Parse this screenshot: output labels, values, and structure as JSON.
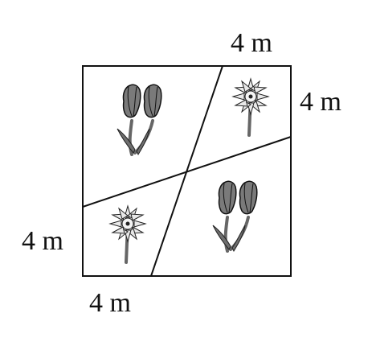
{
  "dimensions": {
    "top_right_horizontal": "4 m",
    "top_right_vertical": "4 m",
    "bottom_left_vertical": "4 m",
    "bottom_left_horizontal": "4 m"
  },
  "colors": {
    "outline": "#111111",
    "tulip_fill": "#7a7a7a",
    "stem": "#666666",
    "daisy_petal": "#e8e8e8",
    "background": "#ffffff"
  },
  "icons": {
    "tulip_icon": "tulip-pair",
    "daisy_icon": "daisy"
  }
}
